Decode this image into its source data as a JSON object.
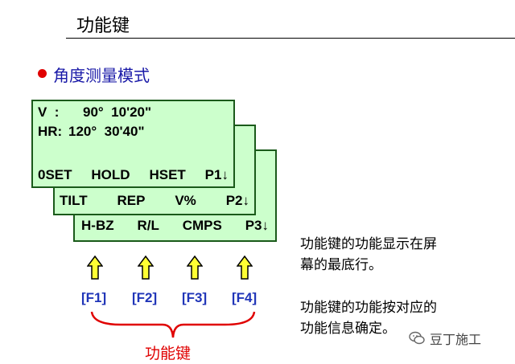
{
  "header": {
    "title": "功能键"
  },
  "section": {
    "subtitle": "角度测量模式"
  },
  "screens": {
    "page1": {
      "v_label": "V  :",
      "v_value": "90°  10'20\"",
      "hr_label": "HR:",
      "hr_value": "120°  30'40\"",
      "keys": [
        "0SET",
        "HOLD",
        "HSET",
        "P1↓"
      ]
    },
    "page2": {
      "keys": [
        "TILT",
        "REP",
        "V%",
        "P2↓"
      ]
    },
    "page3": {
      "keys": [
        "H-BZ",
        "R/L",
        "CMPS",
        "P3↓"
      ]
    }
  },
  "function_keys": [
    "[F1]",
    "[F2]",
    "[F3]",
    "[F4]"
  ],
  "brace_label": "功能键",
  "description": {
    "para1": "功能键的功能显示在屏\n幕的最底行。",
    "para2": "功能键的功能按对应的\n功能信息确定。"
  },
  "watermark": {
    "text": "豆丁施工"
  },
  "colors": {
    "screen_bg": "#ccffcc",
    "screen_border": "#1a5a1a",
    "arrow_fill": "#ffff33",
    "fkey_text": "#2035b8",
    "accent_red": "#e00000",
    "subtitle_text": "#1a1aa8"
  },
  "icons": {
    "arrow": "arrow-up-icon",
    "bullet": "bullet-dot-icon",
    "watermark": "wechat-icon"
  }
}
